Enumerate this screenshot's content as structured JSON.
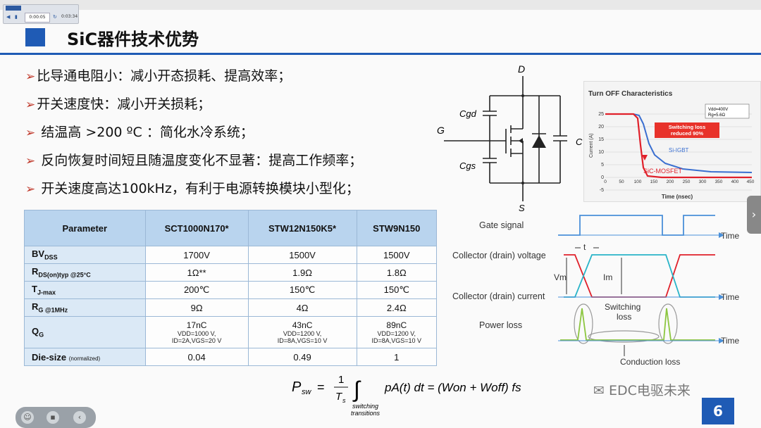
{
  "player": {
    "time": "0:00:05",
    "total": "0:03:34"
  },
  "title": "SiC器件技术优势",
  "bullets": [
    "比导通电阻小：减小开态损耗、提高效率；",
    "开关速度快：减小开关损耗；",
    " 结温高 >200 ºC ：简化水冷系统；",
    " 反向恢复时间短且随温度变化不显著：提高工作频率；",
    " 开关速度高达100kHz，有利于电源转换模块小型化；"
  ],
  "table": {
    "headers": [
      "Parameter",
      "SCT1000N170*",
      "STW12N150K5*",
      "STW9N150"
    ],
    "rows": [
      {
        "name": "BV",
        "sub": "DSS",
        "vals": [
          "1700V",
          "1500V",
          "1500V"
        ]
      },
      {
        "name": "R",
        "sub": "DS(on)typ @25°C",
        "vals": [
          "1Ω**",
          "1.9Ω",
          "1.8Ω"
        ]
      },
      {
        "name": "T",
        "sub": "J-max",
        "vals": [
          "200℃",
          "150℃",
          "150℃"
        ]
      },
      {
        "name": "R",
        "sub": "G @1MHz",
        "vals": [
          "9Ω",
          "4Ω",
          "2.4Ω"
        ]
      },
      {
        "name": "Q",
        "sub": "G",
        "vals": [
          "17nC",
          "43nC",
          "89nC"
        ],
        "notes": [
          [
            "VDD=1000 V,",
            "ID=2A,VGS=20 V"
          ],
          [
            "VDD=1200 V,",
            "ID=8A,VGS=10 V"
          ],
          [
            "VDD=1200 V,",
            "ID=8A,VGS=10 V"
          ]
        ]
      },
      {
        "name": "Die-size",
        "sub": "(normalized)",
        "vals": [
          "0.04",
          "0.49",
          "1"
        ]
      }
    ]
  },
  "circuit": {
    "d": "D",
    "g": "G",
    "s": "S",
    "cgd": "Cgd",
    "cgs": "Cgs",
    "c": "C"
  },
  "turnoff": {
    "title": "Turn OFF Characteristics",
    "legend": [
      "Vdd=400V",
      "Rg=5.6Ω"
    ],
    "annotation": [
      "Switching loss",
      "reduced 90%"
    ],
    "igbt": "Si-IGBT",
    "mosfet": "SiC-MOSFET",
    "xlabel": "Time (nsec)",
    "ylabel": "Current (A)",
    "xticks": [
      "0",
      "50",
      "100",
      "150",
      "200",
      "250",
      "300",
      "350",
      "400",
      "450"
    ],
    "yticks": [
      "25",
      "20",
      "15",
      "10",
      "5",
      "0",
      "-5"
    ]
  },
  "waveforms": {
    "gate": "Gate signal",
    "voltage": "Collector (drain) voltage",
    "current": "Collector (drain) current",
    "power": "Power loss",
    "time": "Time",
    "t": "t",
    "vm": "Vm",
    "im": "Im",
    "switching": [
      "Switching",
      "loss"
    ],
    "conduction": "Conduction loss"
  },
  "watermark": "EDC电驱未来",
  "page_number": "6",
  "formula": {
    "lhs": "P",
    "lhs_sub": "sw",
    "frac_num": "1",
    "frac_den": "T",
    "frac_den_sub": "s",
    "integrand": "pA(t) dt = (Won + Woff) fs",
    "limit": [
      "switching",
      "transitions"
    ]
  }
}
